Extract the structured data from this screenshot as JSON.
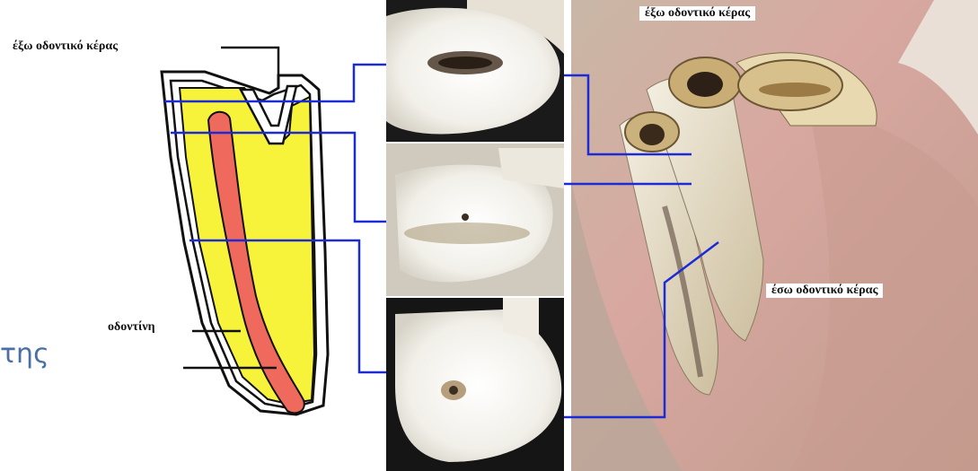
{
  "labels": {
    "outer_crown_left": "έξω οδοντικό κέρας",
    "outer_crown_top": "έξω οδοντικό κέρας",
    "inner_crown": "έσω οδοντικό κέρας",
    "dentin": "οδοντίνη",
    "side_fragment": "της"
  },
  "colors": {
    "dentin_fill": "#f7f33a",
    "pulp_fill": "#ef6a5c",
    "leader_blue": "#1c2bd6"
  }
}
